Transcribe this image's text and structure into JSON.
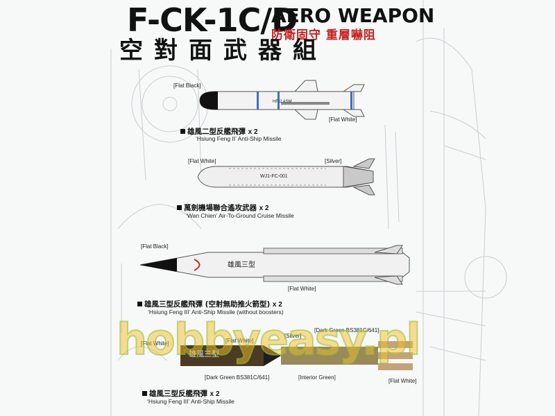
{
  "header": {
    "title": "F-CK-1C/D",
    "subtitle": "AERO WEAPON",
    "slogan": "防衛固守 重層嚇阻",
    "chinese_title": "空對面武器組"
  },
  "weapons": [
    {
      "name_zh": "雄風二型反艦飛彈",
      "qty": "x 2",
      "name_en": "‘Hsiung Feng II’  Anti-Ship Missile",
      "paint_labels": [
        "[Flat Black]",
        "[Flat White]"
      ],
      "body_marking": "HF-2 ASM"
    },
    {
      "name_zh": "萬劍機場聯合遙攻武器",
      "qty": "x 2",
      "name_en": "‘Wan Chien’ Air-To-Ground Cruise Missile",
      "paint_labels": [
        "[Flat White]",
        "[Silver]"
      ],
      "body_marking": "WJ1-FC-001"
    },
    {
      "name_zh": "雄風三型反艦飛彈 (空射無助推火箭型)",
      "qty": "x 2",
      "name_en": "‘Hsiung Feng III’  Anti-Ship Missile  (without boosters)",
      "paint_labels": [
        "[Flat Black]",
        "[Flat White]"
      ],
      "body_marking": "雄風三型"
    },
    {
      "name_zh": "雄風三型反艦飛彈",
      "qty": "x 2",
      "name_en": "‘Hsiung Feng III’  Anti-Ship Missile",
      "paint_labels": [
        "[Flat White]",
        "[Flat White]",
        "[Silver]",
        "[Dark Green BS381C/641]",
        "[Dark Green BS381C/641]",
        "[Interior Green]",
        "[Flat White]"
      ],
      "body_marking": "雄風三型"
    }
  ],
  "watermark": "hobbyeasy.pl",
  "colors": {
    "flat_black": "#111111",
    "flat_white": "#f4f4f4",
    "silver": "#c9c9c9",
    "dark_green": "#5b4a2c",
    "interior_green": "#9a8a5a",
    "slogan_red": "#c8201f",
    "stripe_blue": "#3c6cc8"
  }
}
